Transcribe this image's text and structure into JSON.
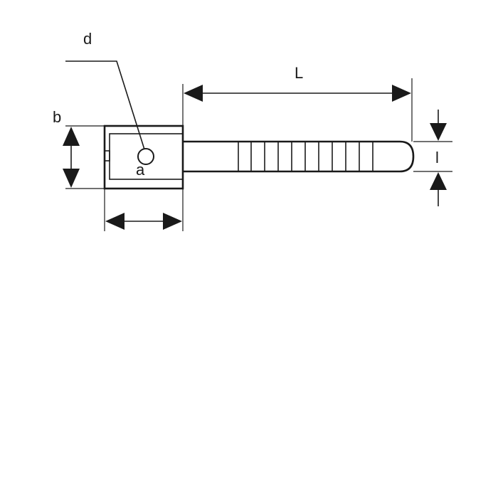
{
  "labels": {
    "d": "d",
    "L": "L",
    "b": "b",
    "a": "a",
    "l": "l"
  },
  "colors": {
    "line": "#1a1a1a",
    "background": "#ffffff"
  }
}
